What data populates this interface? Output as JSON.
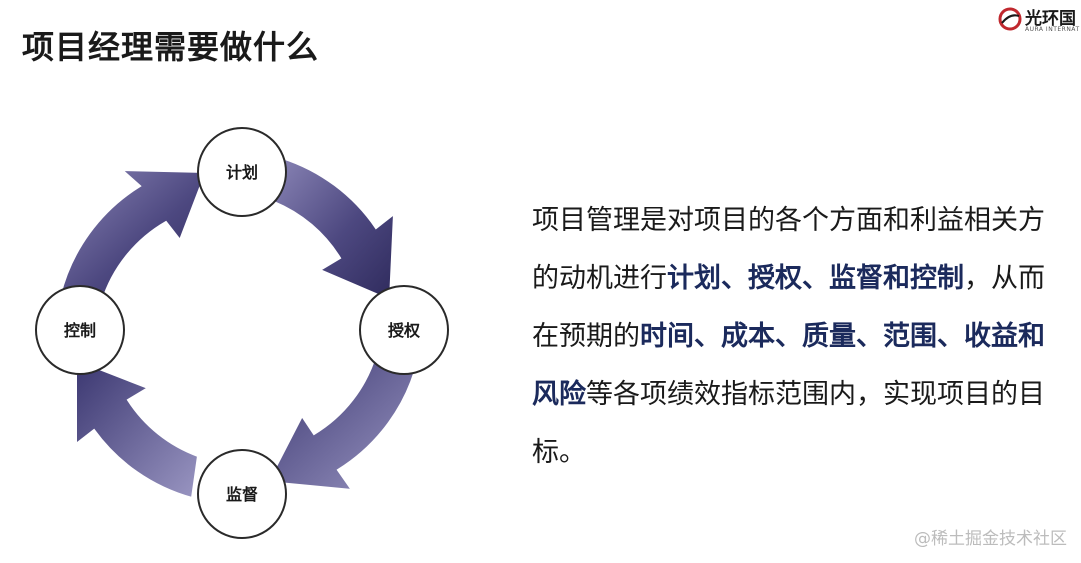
{
  "slide": {
    "title": "项目经理需要做什么"
  },
  "logo": {
    "name": "光环国",
    "subtitle": "AURA INTERNAT"
  },
  "cycle": {
    "nodes": [
      "计划",
      "授权",
      "监督",
      "控制"
    ],
    "colors": {
      "arrow_dark": "#3e3a6e",
      "arrow_light": "#8a85b6",
      "node_fill": "#ffffff",
      "node_stroke": "#2a2a2a"
    }
  },
  "description": {
    "segments": [
      {
        "text": "项目管理是对项目的各个方面和利益相关方的动机进行",
        "bold": false
      },
      {
        "text": "计划、授权、监督和控制",
        "bold": true
      },
      {
        "text": "，从而在预期的",
        "bold": false
      },
      {
        "text": "时间、成本、质量、范围、收益和风险",
        "bold": true
      },
      {
        "text": "等各项绩效指标范围内，实现项目的目标。",
        "bold": false
      }
    ]
  },
  "watermark": "@稀土掘金技术社区"
}
